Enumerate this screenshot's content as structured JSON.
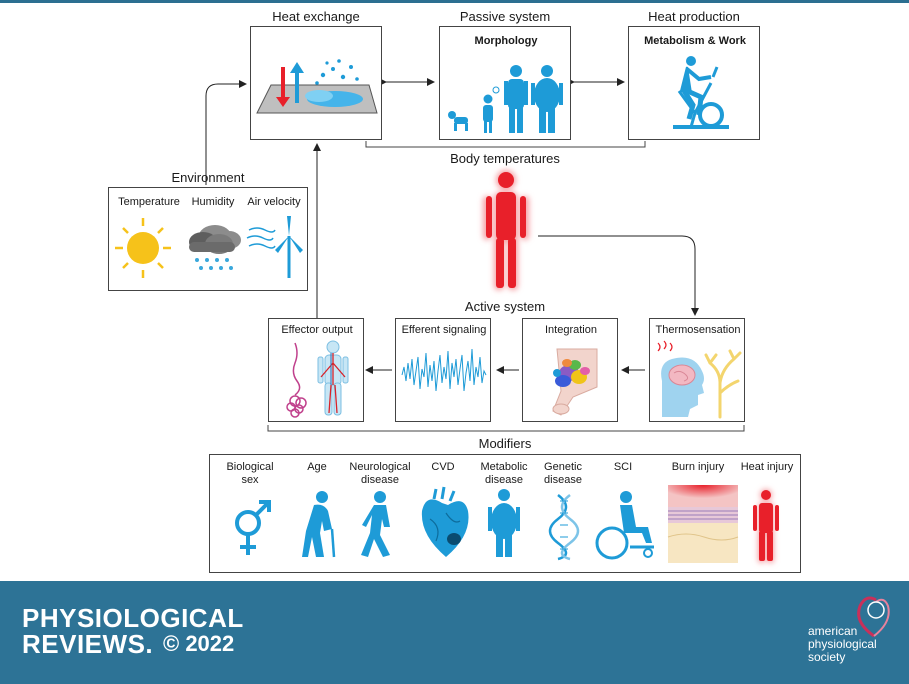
{
  "top": {
    "heat_exchange": "Heat exchange",
    "passive_system": "Passive system",
    "morphology": "Morphology",
    "heat_production": "Heat production",
    "metabolism_work": "Metabolism & Work"
  },
  "body_temperatures": "Body temperatures",
  "environment": {
    "title": "Environment",
    "temperature": "Temperature",
    "humidity": "Humidity",
    "air_velocity": "Air velocity"
  },
  "active": {
    "title": "Active system",
    "effector_output": "Effector output",
    "efferent_signaling": "Efferent signaling",
    "integration": "Integration",
    "thermosensation": "Thermosensation"
  },
  "modifiers": {
    "title": "Modifiers",
    "items": [
      {
        "label": "Biological sex",
        "icon": "gender-symbol-icon"
      },
      {
        "label": "Age",
        "icon": "elderly-person-icon"
      },
      {
        "label": "Neurological disease",
        "icon": "walking-person-icon"
      },
      {
        "label": "CVD",
        "icon": "heart-icon"
      },
      {
        "label": "Metabolic disease",
        "icon": "obese-person-icon"
      },
      {
        "label": "Genetic disease",
        "icon": "dna-icon"
      },
      {
        "label": "SCI",
        "icon": "wheelchair-icon"
      },
      {
        "label": "Burn injury",
        "icon": "skin-burn-icon"
      },
      {
        "label": "Heat injury",
        "icon": "hot-body-icon"
      }
    ]
  },
  "footer": {
    "journal_line1": "PHYSIOLOGICAL",
    "journal_line2": "REVIEWS.",
    "copyright": "© 2022",
    "society_line1": "american",
    "society_line2": "physiological",
    "society_line3": "society"
  },
  "colors": {
    "icon_blue": "#1e9bd7",
    "hot_red": "#e8202a",
    "footer_bg": "#2d7396",
    "sun_yellow": "#f6c21a"
  }
}
